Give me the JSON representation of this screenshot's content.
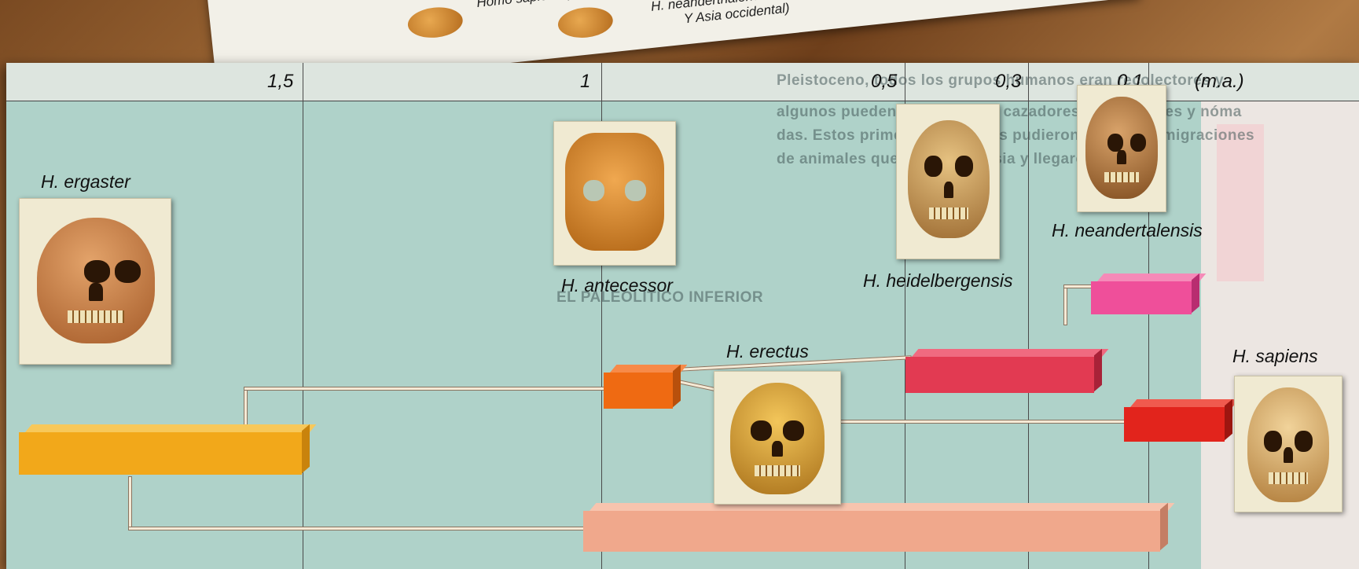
{
  "background_page": {
    "labels": [
      "Homo sapiens (Mundial)",
      "H. neanderthalensis",
      "Y Asia occidental)"
    ]
  },
  "axis": {
    "ticks": [
      "1,5",
      "1",
      "0,5",
      "0,3",
      "0,1"
    ],
    "unit": "(m.a.)"
  },
  "species": {
    "ergaster": "H. ergaster",
    "antecessor": "H. antecessor",
    "heidelbergensis": "H. heidelbergensis",
    "neandertalensis": "H. neandertalensis",
    "erectus": "H. erectus",
    "sapiens": "H. sapiens"
  },
  "colors": {
    "ergaster_bar": "#f2a81a",
    "antecessor_bar": "#ef6a12",
    "heidelbergensis_bar": "#e23a52",
    "neandertalensis_bar": "#ef4f9a",
    "sapiens_bar": "#e2241c",
    "erectus_bar": "#f0a88c",
    "band": "#a7cfc5"
  },
  "watermark_text": [
    "Pleistoceno, todos los grupos humanos eran recolectores y",
    "algunos pueden considerarse cazadores, recolectores y nóma",
    "das. Estos primeros cazadores pudieron seguir las migraciones",
    "de animales que partían de Asia y llegaron a Europa",
    "EL PALEOLÍTICO INFERIOR"
  ]
}
